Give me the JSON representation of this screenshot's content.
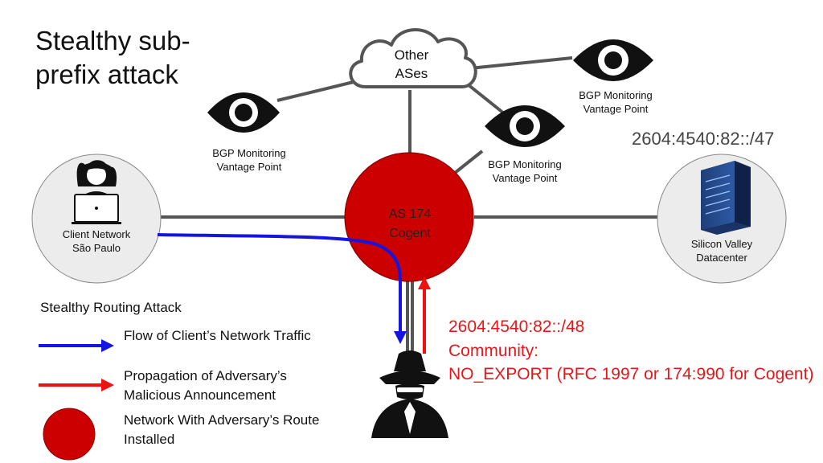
{
  "title": "Stealthy sub-prefix attack",
  "nodes": {
    "other_ases": "Other\nASes",
    "monitor_left": "BGP Monitoring\nVantage Point",
    "monitor_center": "BGP Monitoring\nVantage Point",
    "monitor_right": "BGP Monitoring\nVantage Point",
    "cogent": "AS 174\nCogent",
    "client": "Client Network\nSão Paulo",
    "datacenter": "Silicon Valley\nDatacenter"
  },
  "legit_prefix": "2604:4540:82::/47",
  "announcement": {
    "prefix": "2604:4540:82::/48",
    "community_label": "Community:",
    "community_value": "NO_EXPORT (RFC 1997 or 174:990 for Cogent)"
  },
  "legend": {
    "title": "Stealthy Routing Attack",
    "flow": "Flow of Client’s Network Traffic",
    "propagation": "Propagation of Adversary’s Malicious Announcement",
    "installed": "Network With Adversary’s Route Installed"
  },
  "colors": {
    "traffic": "#1515e0",
    "announcement": "#ee1111",
    "adversary_network": "#cc0000",
    "link": "#555555",
    "node_fill": "#ececec"
  },
  "icons": {
    "cloud": "cloud-icon",
    "monitor": "eye-icon",
    "client": "user-laptop-icon",
    "datacenter": "server-icon",
    "adversary": "hacker-icon"
  }
}
